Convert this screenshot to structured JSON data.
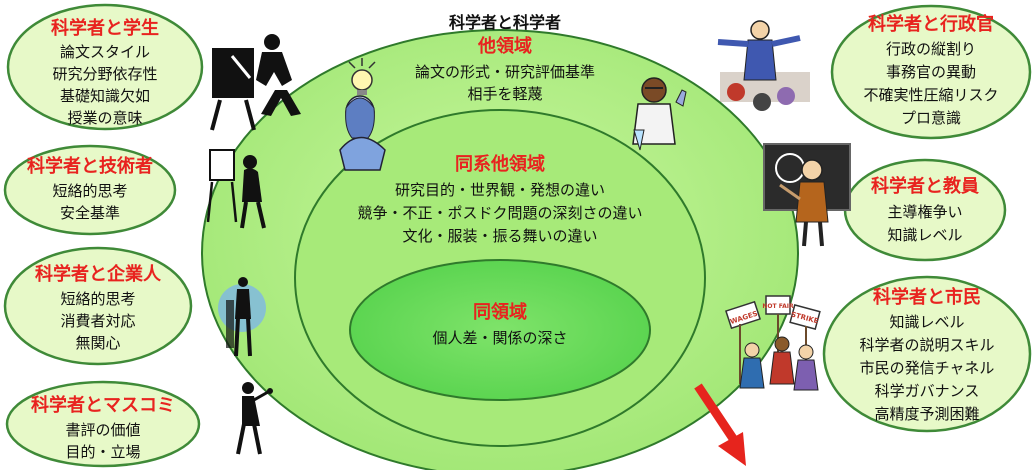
{
  "center": {
    "outer_heading": "科学者と科学者",
    "outer_title": "他領域",
    "outer_lines": [
      "論文の形式・研究評価基準",
      "相手を軽蔑"
    ],
    "middle_title": "同系他領域",
    "middle_lines": [
      "研究目的・世界観・発想の違い",
      "競争・不正・ポスドク問題の深刻さの違い",
      "文化・服装・振る舞いの違い"
    ],
    "inner_title": "同領域",
    "inner_lines": [
      "個人差・関係の深さ"
    ]
  },
  "bubbles": {
    "student": {
      "title": "科学者と学生",
      "lines": [
        "論文スタイル",
        "研究分野依存性",
        "基礎知識欠如",
        "授業の意味"
      ]
    },
    "engineer": {
      "title": "科学者と技術者",
      "lines": [
        "短絡的思考",
        "安全基準"
      ]
    },
    "business": {
      "title": "科学者と企業人",
      "lines": [
        "短絡的思考",
        "消費者対応",
        "無関心"
      ]
    },
    "media": {
      "title": "科学者とマスコミ",
      "lines": [
        "書評の価値",
        "目的・立場"
      ]
    },
    "admin": {
      "title": "科学者と行政官",
      "lines": [
        "行政の縦割り",
        "事務官の異動",
        "不確実性圧縮リスク",
        "プロ意識"
      ]
    },
    "teacher": {
      "title": "科学者と教員",
      "lines": [
        "主導権争い",
        "知識レベル"
      ]
    },
    "citizen": {
      "title": "科学者と市民",
      "lines": [
        "知識レベル",
        "科学者の説明スキル",
        "市民の発信チャネル",
        "科学ガバナンス",
        "高精度予測困難"
      ]
    }
  },
  "signs": [
    "WAGES",
    "NOT FAIR",
    "STRIKE"
  ],
  "colors": {
    "outer_fill": "#b6f28a",
    "middle_fill": "#a2e873",
    "inner_fill": "#68dc5a",
    "bubble_fill": "#e7f9c8",
    "bubble_stroke": "#3f8a38",
    "title_red": "#e8231f",
    "arrow": "#e6241d"
  }
}
